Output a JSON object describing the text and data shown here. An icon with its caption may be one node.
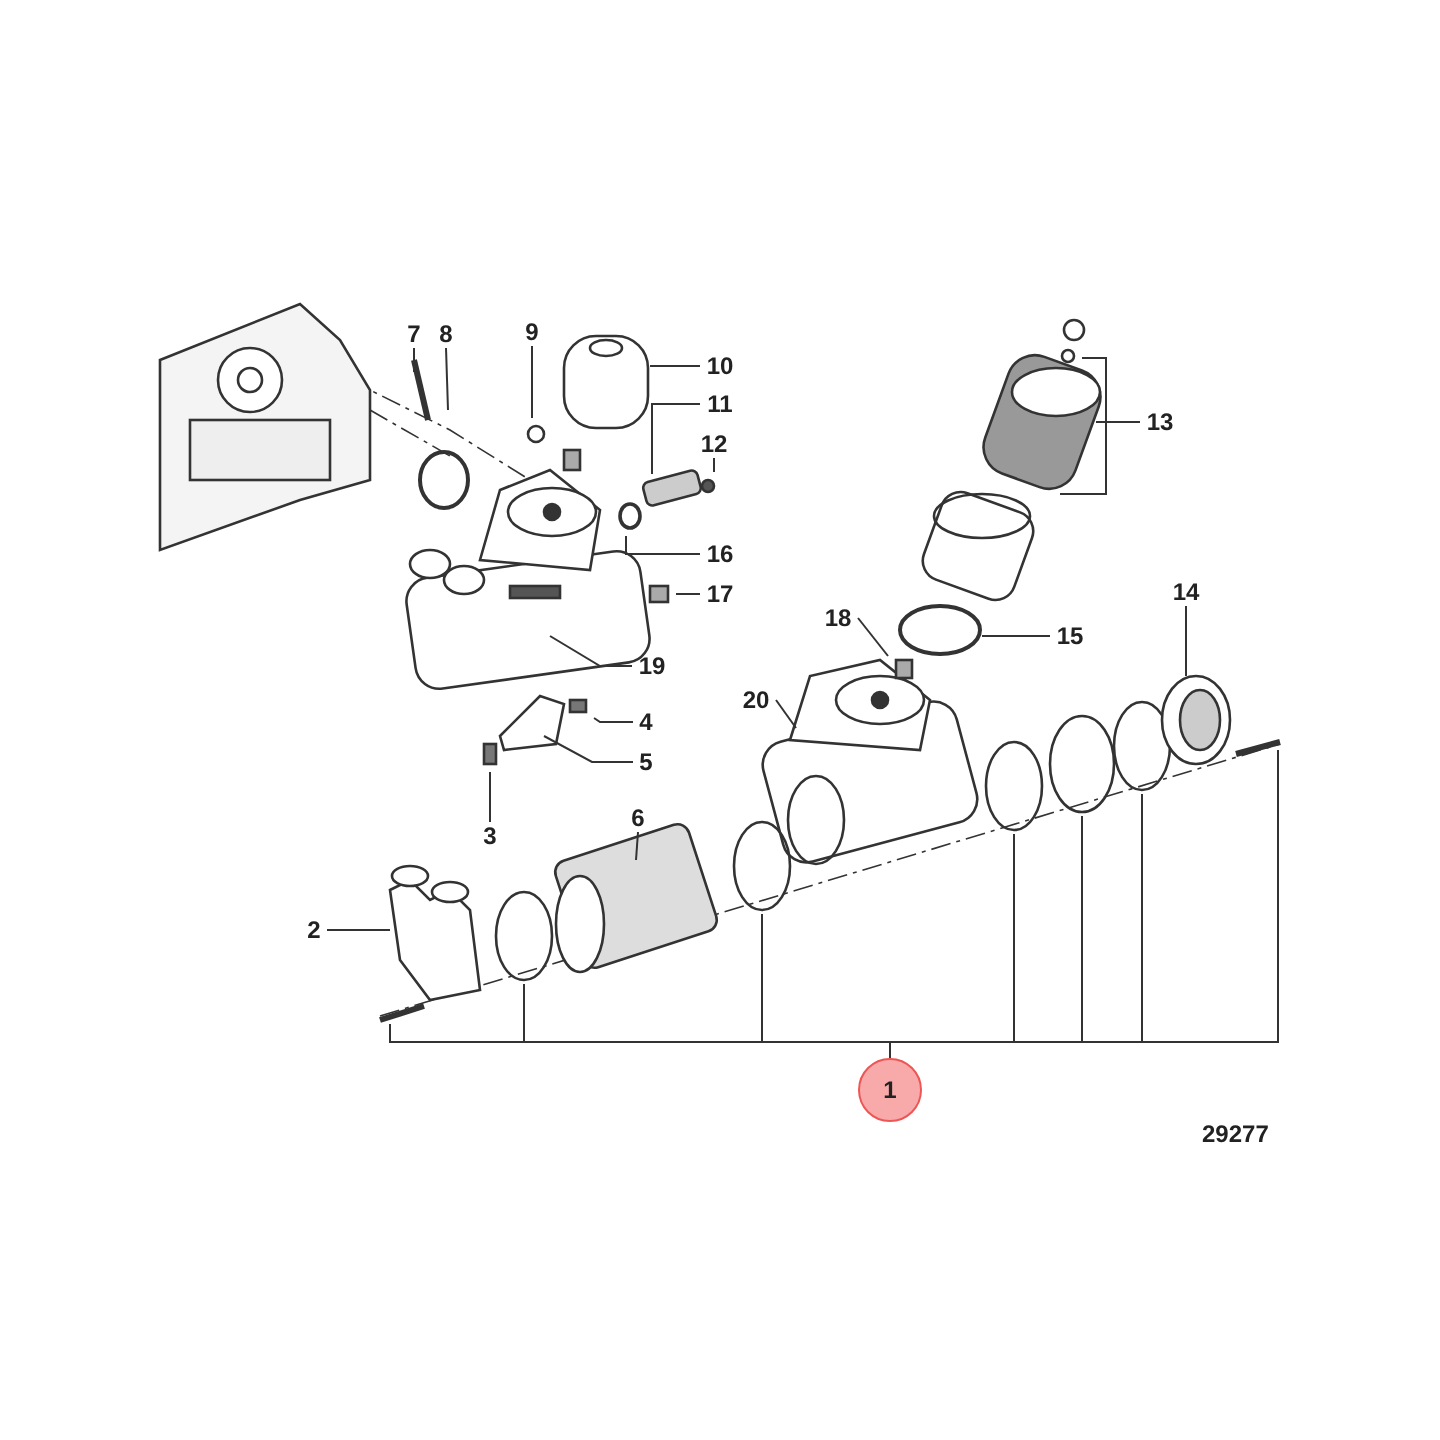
{
  "diagram": {
    "nodes": [
      {
        "text": [
          "1"
        ]
      },
      {
        "text": [
          "2"
        ]
      },
      {
        "text": [
          "3"
        ]
      },
      {
        "text": [
          "4"
        ]
      },
      {
        "text": [
          "5"
        ]
      },
      {
        "text": [
          "6"
        ]
      },
      {
        "text": [
          "7"
        ]
      },
      {
        "text": [
          "8"
        ]
      },
      {
        "text": [
          "9"
        ]
      },
      {
        "text": [
          "10"
        ]
      },
      {
        "text": [
          "11"
        ]
      },
      {
        "text": [
          "12"
        ]
      },
      {
        "text": [
          "13"
        ]
      },
      {
        "text": [
          "14"
        ]
      },
      {
        "text": [
          "15"
        ]
      },
      {
        "text": [
          "16"
        ]
      },
      {
        "text": [
          "17"
        ]
      },
      {
        "text": [
          "18"
        ]
      },
      {
        "text": [
          "19"
        ]
      },
      {
        "text": [
          "20"
        ]
      }
    ],
    "edges": [
      {
        "from": 0,
        "to": null,
        "arrow": "none"
      },
      {
        "from": 0,
        "to": null,
        "arrow": "none"
      },
      {
        "from": 0,
        "to": null,
        "arrow": "none"
      },
      {
        "from": 0,
        "to": null,
        "arrow": "none"
      },
      {
        "from": 0,
        "to": null,
        "arrow": "none"
      },
      {
        "from": 0,
        "to": null,
        "arrow": "none"
      },
      {
        "from": 0,
        "to": null,
        "arrow": "none"
      },
      {
        "from": 1,
        "to": null,
        "arrow": "none"
      },
      {
        "from": 2,
        "to": null,
        "arrow": "none"
      },
      {
        "from": 3,
        "to": null,
        "arrow": "none"
      },
      {
        "from": 4,
        "to": null,
        "arrow": "none"
      },
      {
        "from": 5,
        "to": null,
        "arrow": "none"
      },
      {
        "from": 6,
        "to": null,
        "arrow": "none"
      },
      {
        "from": 7,
        "to": null,
        "arrow": "none"
      },
      {
        "from": 8,
        "to": null,
        "arrow": "none"
      },
      {
        "from": 9,
        "to": null,
        "arrow": "none"
      },
      {
        "from": 10,
        "to": null,
        "arrow": "none"
      },
      {
        "from": 11,
        "to": null,
        "arrow": "none"
      },
      {
        "from": 12,
        "to": null,
        "arrow": "none"
      },
      {
        "from": 12,
        "to": null,
        "arrow": "none"
      },
      {
        "from": 12,
        "to": null,
        "arrow": "none"
      },
      {
        "from": 13,
        "to": null,
        "arrow": "none"
      },
      {
        "from": 14,
        "to": null,
        "arrow": "none"
      },
      {
        "from": 15,
        "to": null,
        "arrow": "none"
      },
      {
        "from": 16,
        "to": null,
        "arrow": "none"
      },
      {
        "from": 17,
        "to": null,
        "arrow": "none"
      },
      {
        "from": 18,
        "to": null,
        "arrow": "none"
      },
      {
        "from": 19,
        "to": null,
        "arrow": "none"
      }
    ],
    "labels": [
      "29277"
    ]
  }
}
